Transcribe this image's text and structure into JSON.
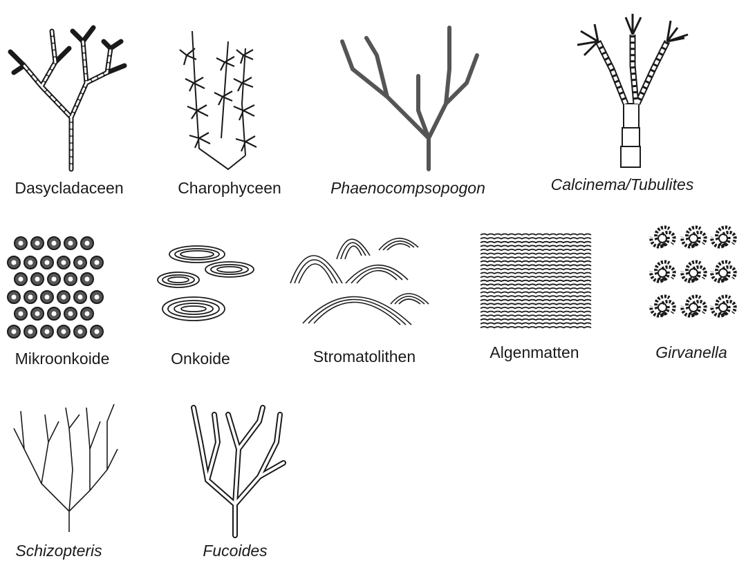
{
  "symbols": [
    {
      "name": "Dasycladaceen",
      "italic": false
    },
    {
      "name": "Charophyceen",
      "italic": false
    },
    {
      "name": "Phaenocompsopogon",
      "italic": true
    },
    {
      "name": "Calcinema/Tubulites",
      "italic": true
    },
    {
      "name": "Mikroonkoide",
      "italic": false
    },
    {
      "name": "Onkoide",
      "italic": false
    },
    {
      "name": "Stromatolithen",
      "italic": false
    },
    {
      "name": "Algenmatten",
      "italic": false
    },
    {
      "name": "Girvanella",
      "italic": true
    },
    {
      "name": "Schizopteris",
      "italic": true
    },
    {
      "name": "Fucoides",
      "italic": true
    }
  ],
  "colors": {
    "ink": "#1a1a1a",
    "grey_fill": "#555555",
    "background": "#ffffff"
  }
}
